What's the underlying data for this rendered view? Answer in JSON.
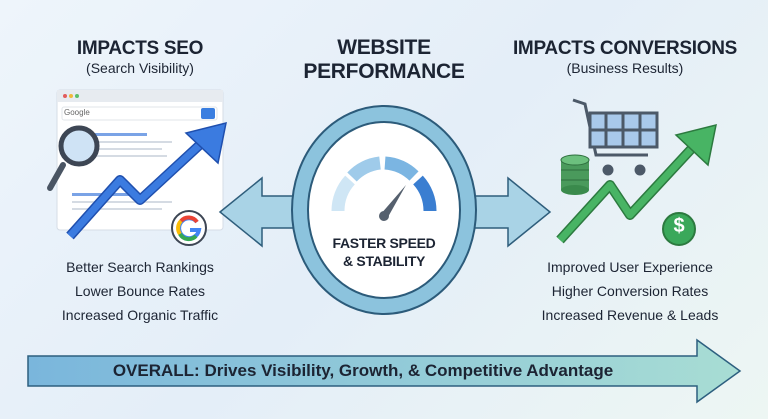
{
  "center": {
    "title_line1": "WEBSITE",
    "title_line2": "PERFORMANCE",
    "ring_line1": "FASTER SPEED",
    "ring_line2": "& STABILITY"
  },
  "left": {
    "title": "IMPACTS SEO",
    "subtitle": "(Search Visibility)",
    "search_logo": "Google",
    "bullets": [
      "Better Search Rankings",
      "Lower Bounce Rates",
      "Increased Organic Traffic"
    ]
  },
  "right": {
    "title": "IMPACTS CONVERSIONS",
    "subtitle": "(Business Results)",
    "dollar": "$",
    "bullets": [
      "Improved User Experience",
      "Higher Conversion Rates",
      "Increased Revenue & Leads"
    ]
  },
  "bottom": {
    "label_bold": "OVERALL:",
    "label_rest": " Drives Visibility, Growth, & Competitive Advantage"
  },
  "colors": {
    "seo_blue": "#2f6fd8",
    "conv_green": "#3aa85a",
    "ring": "#7fb8d6"
  }
}
